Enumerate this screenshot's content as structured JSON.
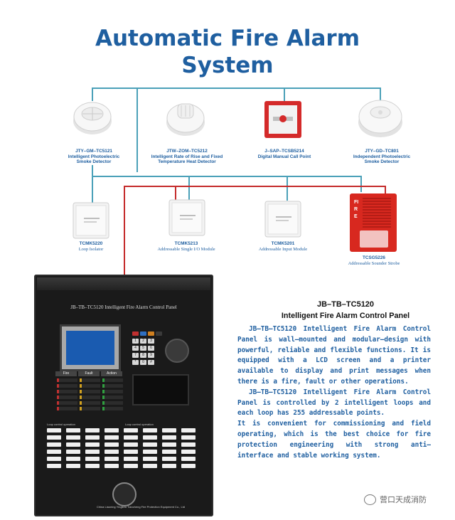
{
  "title": {
    "line1": "Automatic Fire Alarm",
    "line2": "System"
  },
  "devices_top": [
    {
      "code": "JTY–GM–TC5121",
      "desc": "Intelligent Photoelectric\nSmoke Detector"
    },
    {
      "code": "JTW–ZOM–TC5212",
      "desc": "Intelligent Rate of Rise and Fixed\nTemperature Heat Detector"
    },
    {
      "code": "J–SAP–TCSB5214",
      "desc": "Digital Manual Call Point"
    },
    {
      "code": "JTY–GD–TC801",
      "desc": "Independent Photoelectric\nSmoke Detector"
    }
  ],
  "devices_mid": [
    {
      "code": "TCMK5220",
      "desc": "Loop Isolator"
    },
    {
      "code": "TCMK5213",
      "desc": "Addressable Single I/O Module"
    },
    {
      "code": "TCMK5201",
      "desc": "Addressable Input Module"
    },
    {
      "code": "TCSG5226",
      "desc": "Addressable Sounder Strobe"
    }
  ],
  "strobe_text": "FIRE",
  "panel": {
    "plate": "JB–TB–TC5120 Intelligent Fire Alarm Control Panel",
    "model": "JB–TB–TC5120",
    "name": "Intelligent Fire Alarm Control Panel",
    "footer": "China Liaoning Yingkou Tiancheng Fire Protection Equipment Co., Ltd",
    "keypad_digits": [
      "1",
      "2",
      "3",
      "4",
      "5",
      "6",
      "7",
      "8",
      "9",
      "*",
      "0",
      "#"
    ],
    "status_headers": [
      "Fire",
      "Fault",
      "Action"
    ],
    "section_labels": [
      "Loop control operation",
      "Loop control operation"
    ]
  },
  "description": [
    "JB–TB–TC5120 Intelligent Fire Alarm Control Panel is wall–mounted and modular–design with powerful, reliable and flexible functions. It is equipped with a LCD screen and a printer available to display and print messages when there is a fire, fault or other operations.",
    "JB–TB–TC5120 Intelligent Fire Alarm Control Panel is controlled by 2 intelligent loops and each loop has 255 addressable points.",
    "It is convenient for commissioning and field operating, which is the best choice for fire protection engineering with strong anti–interface and stable working system."
  ],
  "watermark": "营口天成消防",
  "colors": {
    "title": "#1f5fa0",
    "loop_line": "#4aa0b8",
    "red_line": "#c42a2a",
    "panel": "#1a1a1a"
  }
}
